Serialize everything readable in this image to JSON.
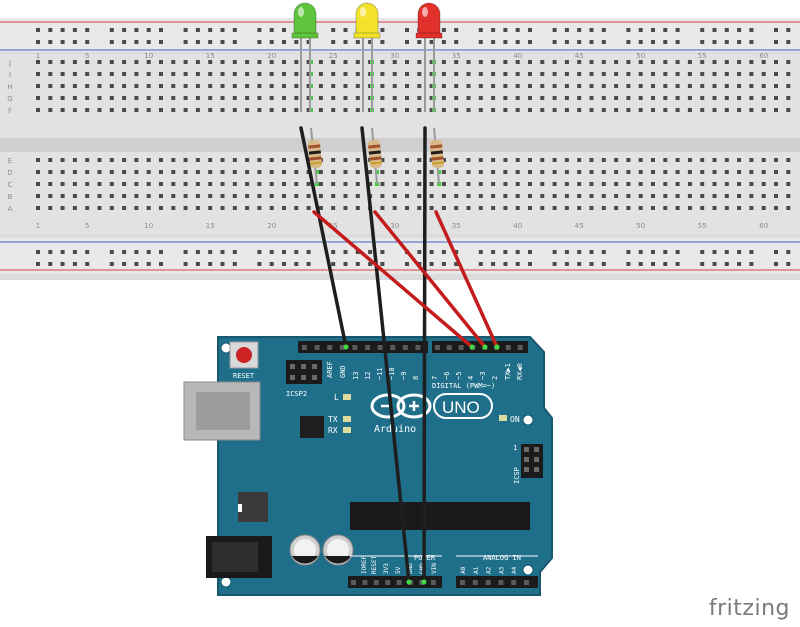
{
  "breadboard": {
    "column_numbers": [
      "1",
      "5",
      "10",
      "15",
      "20",
      "25",
      "30",
      "35",
      "40",
      "45",
      "50",
      "55",
      "60"
    ],
    "row_letters_top": [
      "J",
      "I",
      "H",
      "G",
      "F"
    ],
    "row_letters_bottom": [
      "E",
      "D",
      "C",
      "B",
      "A"
    ]
  },
  "leds": [
    {
      "name": "green-led",
      "color": "#5ec43c"
    },
    {
      "name": "yellow-led",
      "color": "#f2e22a"
    },
    {
      "name": "red-led",
      "color": "#e2302a"
    }
  ],
  "wire_colors": {
    "black": "#1e1e1e",
    "red": "#c41c1c"
  },
  "arduino": {
    "board_color": "#1f6f8b",
    "reset_label": "RESET",
    "icsp2_label": "ICSP2",
    "aref_label": "AREF",
    "gnd_label": "GND",
    "digital_pins": [
      "13",
      "12",
      "~11",
      "~10",
      "~9",
      "8",
      "7",
      "~6",
      "~5",
      "4",
      "~3",
      "2",
      "TX▶1",
      "RX◀0"
    ],
    "digital_label": "DIGITAL (PWM=~)",
    "l_label": "L",
    "tx_label": "TX",
    "rx_label": "RX",
    "logo_text": "Arduino",
    "uno_text": "UNO",
    "on_label": "ON",
    "icsp_label": "ICSP",
    "icsp_pin1": "1",
    "power_pins": [
      "IOREF",
      "RESET",
      "3V3",
      "5V",
      "GND",
      "GND",
      "VIN"
    ],
    "power_label": "POWER",
    "analog_pins": [
      "A0",
      "A1",
      "A2",
      "A3",
      "A4",
      "A5"
    ],
    "analog_label": "ANALOG IN"
  },
  "credit": "fritzing"
}
